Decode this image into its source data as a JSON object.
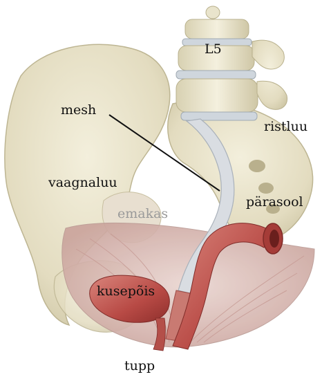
{
  "labels": {
    "l5": "L5",
    "mesh": "mesh",
    "ristluu": "ristluu",
    "vaagnaluu": "vaagnaluu",
    "emakas": "emakas",
    "parasool": "pärasool",
    "kusepois": "kusepõis",
    "tupp": "tupp"
  },
  "colors": {
    "bone": "#e9e4cc",
    "bone_shadow": "#c9c2a2",
    "muscle": "#b84a45",
    "muscle_light": "#d67a72",
    "mesh": "#d9dde2",
    "pelvic_floor": "#d8b8b2",
    "label_text": "#111111",
    "faint_label_text": "#9a9a9a"
  }
}
